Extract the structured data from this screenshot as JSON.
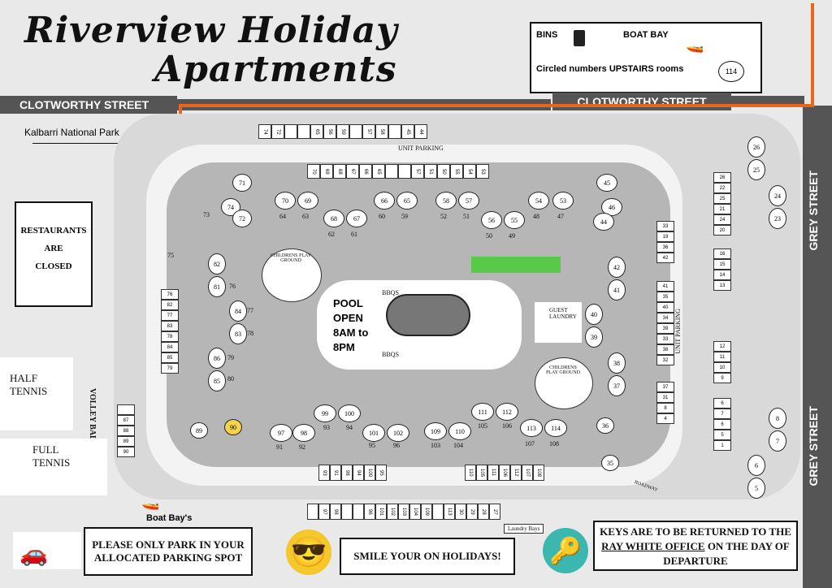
{
  "title": {
    "line1": "Riverview Holiday",
    "line2": "Apartments"
  },
  "legend": {
    "bins": "BINS",
    "boat_bay": "BOAT BAY",
    "circled_note": "Circled numbers UPSTAIRS rooms",
    "sample_room": "114"
  },
  "streets": {
    "clotworthy_left": "CLOTWORTHY STREET",
    "clotworthy_right": "CLOTWORTHY STREET",
    "grey_top": "GREY STREET",
    "grey_bottom": "GREY STREET"
  },
  "labels": {
    "kalbarri": "Kalbarri National Park",
    "restaurants": [
      "RESTAURANTS",
      "ARE",
      "CLOSED"
    ],
    "half_tennis": "HALF\nTENNIS",
    "volley_ball": "VOLLEY BALL",
    "full_tennis": "FULL\nTENNIS",
    "unit_parking_top": "UNIT PARKING",
    "unit_parking_side": "UNIT PARKING",
    "roadway": "ROADWAY",
    "childrens_play_1": "CHILDRENS PLAY GROUND",
    "childrens_play_2": "CHILDRENS PLAY GROUND",
    "guest_laundry": "GUEST LAUNDRY",
    "bbqs_top": "BBQS",
    "bbqs_bottom": "BBQS",
    "pool_sign": "POOL OPEN 8AM to 8PM",
    "boat_bays": "Boat Bay's",
    "laundry_bays": "Laundry Bays"
  },
  "notices": {
    "parking": "PLEASE ONLY PARK IN YOUR ALLOCATED PARKING SPOT",
    "smile": "SMILE YOUR ON HOLIDAYS!",
    "keys_a": "KEYS ARE TO BE RETURNED TO THE",
    "keys_b": "RAY WHITE OFFICE",
    "keys_c": "ON THE DAY OF DEPARTURE"
  },
  "upstairs_rooms": [
    "70",
    "69",
    "66",
    "65",
    "58",
    "57",
    "54",
    "53",
    "68",
    "67",
    "56",
    "55",
    "82",
    "81",
    "84",
    "83",
    "86",
    "85",
    "42",
    "41",
    "40",
    "39",
    "38",
    "37",
    "46",
    "45",
    "44",
    "99",
    "100",
    "97",
    "98",
    "101",
    "102",
    "109",
    "110",
    "111",
    "112",
    "113",
    "114",
    "71",
    "74",
    "72",
    "26",
    "25",
    "24",
    "23",
    "8",
    "7",
    "6",
    "5",
    "90",
    "89",
    "36",
    "35"
  ],
  "downstairs_rooms": [
    "64",
    "63",
    "60",
    "59",
    "52",
    "51",
    "48",
    "47",
    "62",
    "61",
    "50",
    "49",
    "73",
    "75",
    "76",
    "77",
    "78",
    "79",
    "80",
    "93",
    "94",
    "91",
    "92",
    "95",
    "96",
    "103",
    "104",
    "105",
    "106",
    "107",
    "108"
  ],
  "colors": {
    "route": "#e8671c",
    "road": "#555555",
    "grass": "#59c94a"
  }
}
